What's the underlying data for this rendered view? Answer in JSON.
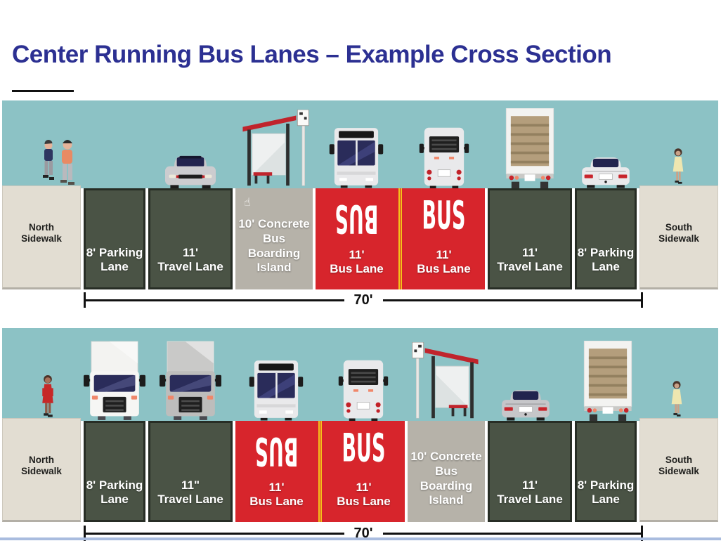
{
  "page": {
    "title": "Center Running Bus Lanes – Example Cross Section"
  },
  "colors": {
    "title_blue": "#2c3092",
    "sky_teal": "#8cc2c5",
    "lane_green": "#4a5345",
    "island_gray": "#b6b2a9",
    "bus_red": "#d7252c",
    "stripe_yellow": "#f3c01a",
    "sidewalk_beige": "#e2ddd2"
  },
  "icons": {
    "hand_icon": "☝"
  },
  "diagram_top": {
    "dimension_label": "70'",
    "lanes": [
      {
        "name": "lane-north-sidewalk",
        "kind": "sidewalk",
        "lines": [
          "North",
          "Sidewalk"
        ]
      },
      {
        "name": "lane-parking-west",
        "kind": "parking",
        "lines": [
          "8' Parking",
          "Lane"
        ]
      },
      {
        "name": "lane-travel-west",
        "kind": "travel",
        "lines": [
          "11'",
          "Travel Lane"
        ]
      },
      {
        "name": "lane-bus-boarding-island",
        "kind": "island",
        "hand_icon": true,
        "lines": [
          "10' Concrete",
          "Bus Boarding",
          "Island"
        ]
      },
      {
        "name": "lane-bus-westbound",
        "kind": "bus",
        "marking": "BUS",
        "marking_rotated": true,
        "lines": [
          "11'",
          "Bus Lane"
        ]
      },
      {
        "name": "lane-bus-eastbound",
        "kind": "bus",
        "marking": "BUS",
        "marking_rotated": false,
        "lines": [
          "11'",
          "Bus Lane"
        ]
      },
      {
        "name": "lane-travel-east",
        "kind": "travel",
        "lines": [
          "11'",
          "Travel Lane"
        ]
      },
      {
        "name": "lane-parking-east",
        "kind": "parking",
        "lines": [
          "8' Parking",
          "Lane"
        ]
      },
      {
        "name": "lane-south-sidewalk",
        "kind": "sidewalk",
        "lines": [
          "South",
          "Sidewalk"
        ]
      }
    ]
  },
  "diagram_bottom": {
    "dimension_label": "70'",
    "lanes": [
      {
        "name": "lane-north-sidewalk",
        "kind": "sidewalk",
        "lines": [
          "North",
          "Sidewalk"
        ]
      },
      {
        "name": "lane-parking-west",
        "kind": "parking",
        "lines": [
          "8' Parking",
          "Lane"
        ]
      },
      {
        "name": "lane-travel-west",
        "kind": "travel",
        "lines": [
          "11\"",
          "Travel Lane"
        ]
      },
      {
        "name": "lane-bus-westbound",
        "kind": "bus",
        "marking": "BUS",
        "marking_rotated": true,
        "lines": [
          "11'",
          "Bus Lane"
        ]
      },
      {
        "name": "lane-bus-eastbound",
        "kind": "bus",
        "marking": "BUS",
        "marking_rotated": false,
        "lines": [
          "11'",
          "Bus Lane"
        ]
      },
      {
        "name": "lane-bus-boarding-island",
        "kind": "island",
        "hand_icon": false,
        "lines": [
          "10' Concrete",
          "Bus Boarding",
          "Island"
        ]
      },
      {
        "name": "lane-travel-east",
        "kind": "travel",
        "lines": [
          "11'",
          "Travel Lane"
        ]
      },
      {
        "name": "lane-parking-east",
        "kind": "parking",
        "lines": [
          "8' Parking",
          "Lane"
        ]
      },
      {
        "name": "lane-south-sidewalk",
        "kind": "sidewalk",
        "lines": [
          "South",
          "Sidewalk"
        ]
      }
    ]
  }
}
